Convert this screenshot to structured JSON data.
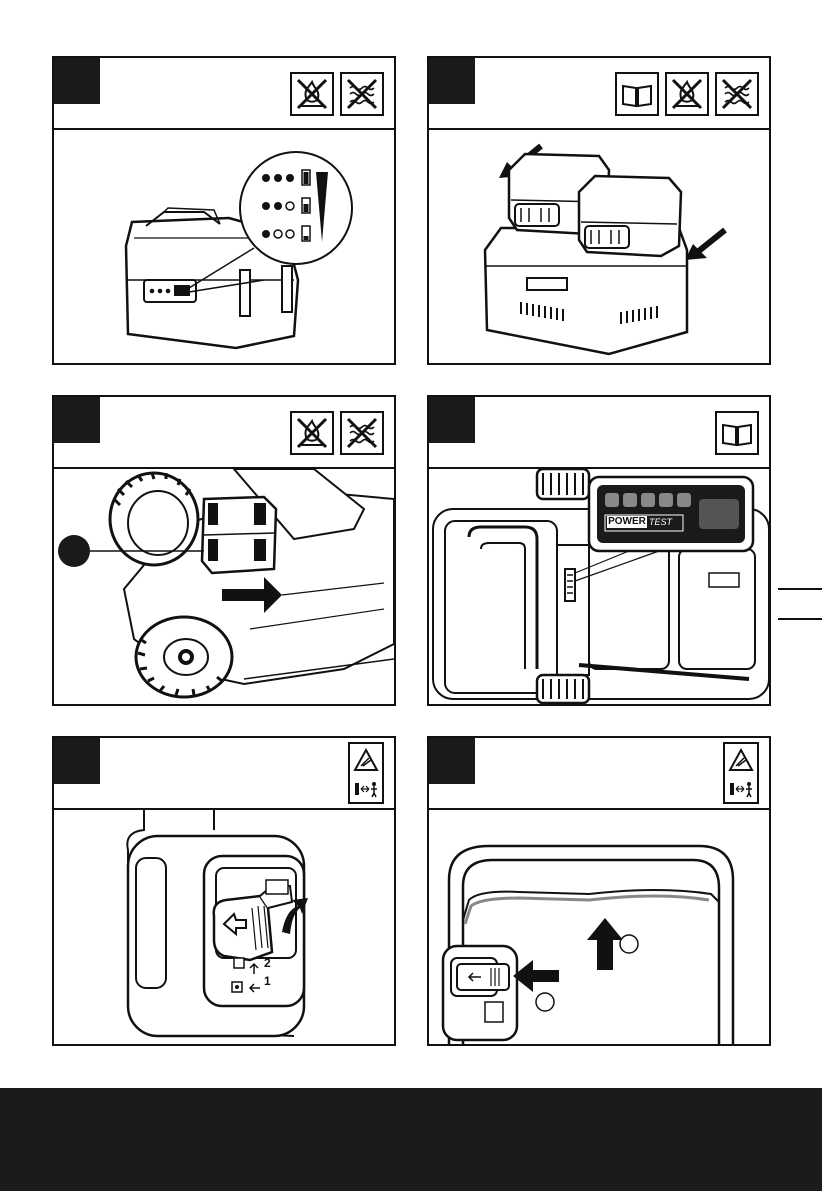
{
  "panels": [
    {
      "id": "p1",
      "step": "",
      "icons": [
        "no-fire-icon",
        "no-water-icon"
      ]
    },
    {
      "id": "p2",
      "step": "",
      "icons": [
        "manual-book-icon",
        "no-fire-icon",
        "no-water-icon"
      ]
    },
    {
      "id": "p3",
      "step": "",
      "icons": [
        "no-fire-icon",
        "no-water-icon"
      ]
    },
    {
      "id": "p4",
      "step": "",
      "icons": [
        "manual-book-icon"
      ],
      "display_label_power": "POWER",
      "display_label_test": "TEST"
    },
    {
      "id": "p5",
      "step": "",
      "icons": [
        "blade-warning-icon",
        "keep-distance-icon"
      ],
      "key_label_2": "2",
      "key_label_1": "1"
    },
    {
      "id": "p6",
      "step": "",
      "icons": [
        "blade-warning-icon",
        "keep-distance-icon"
      ]
    }
  ],
  "colors": {
    "frame": "#111111",
    "footer": "#1b1b1b",
    "badge": "#1a1a1a"
  }
}
